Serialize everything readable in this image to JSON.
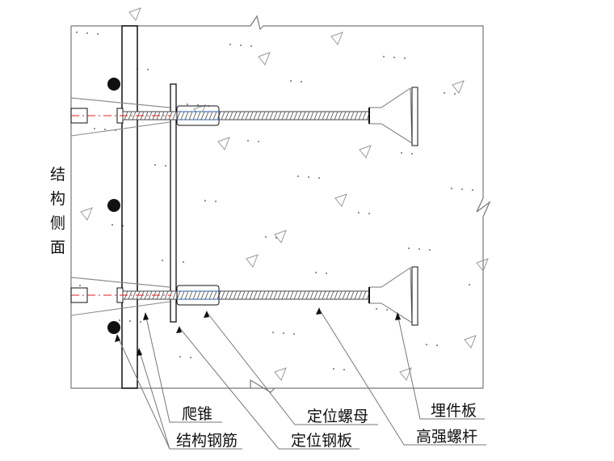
{
  "labels": {
    "side": [
      "结",
      "构",
      "侧",
      "面"
    ],
    "climbing_cone": "爬锥",
    "rebar": "结构钢筋",
    "positioning_nut": "定位螺母",
    "positioning_plate": "定位钢板",
    "embedded_plate": "埋件板",
    "high_strength_bolt": "高强螺杆"
  },
  "colors": {
    "line": "#111111",
    "grey": "#888888",
    "center": "#e02020",
    "blue": "#2a6fd0"
  }
}
